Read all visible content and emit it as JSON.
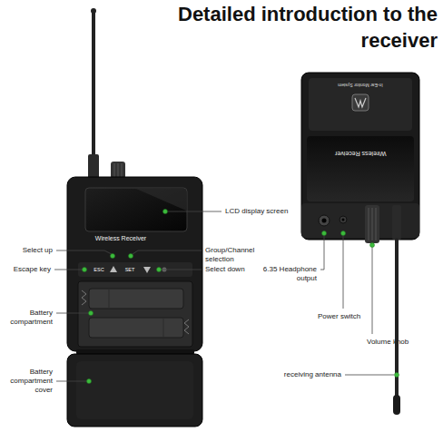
{
  "diagram": {
    "title": "Detailed introduction to the receiver",
    "labels": [
      "LCD display screen",
      "Select up",
      "Group/Channel selection",
      "Escape key",
      "Select down",
      "Battery compartment",
      "Battery compartment cover",
      "In-Ear Monitor System",
      "Wireless Receiver",
      "6.35 Headphone output",
      "Power switch",
      "Volume knob",
      "receiving antenna",
      "Wireless Receiver",
      "ESC",
      "SET"
    ]
  }
}
